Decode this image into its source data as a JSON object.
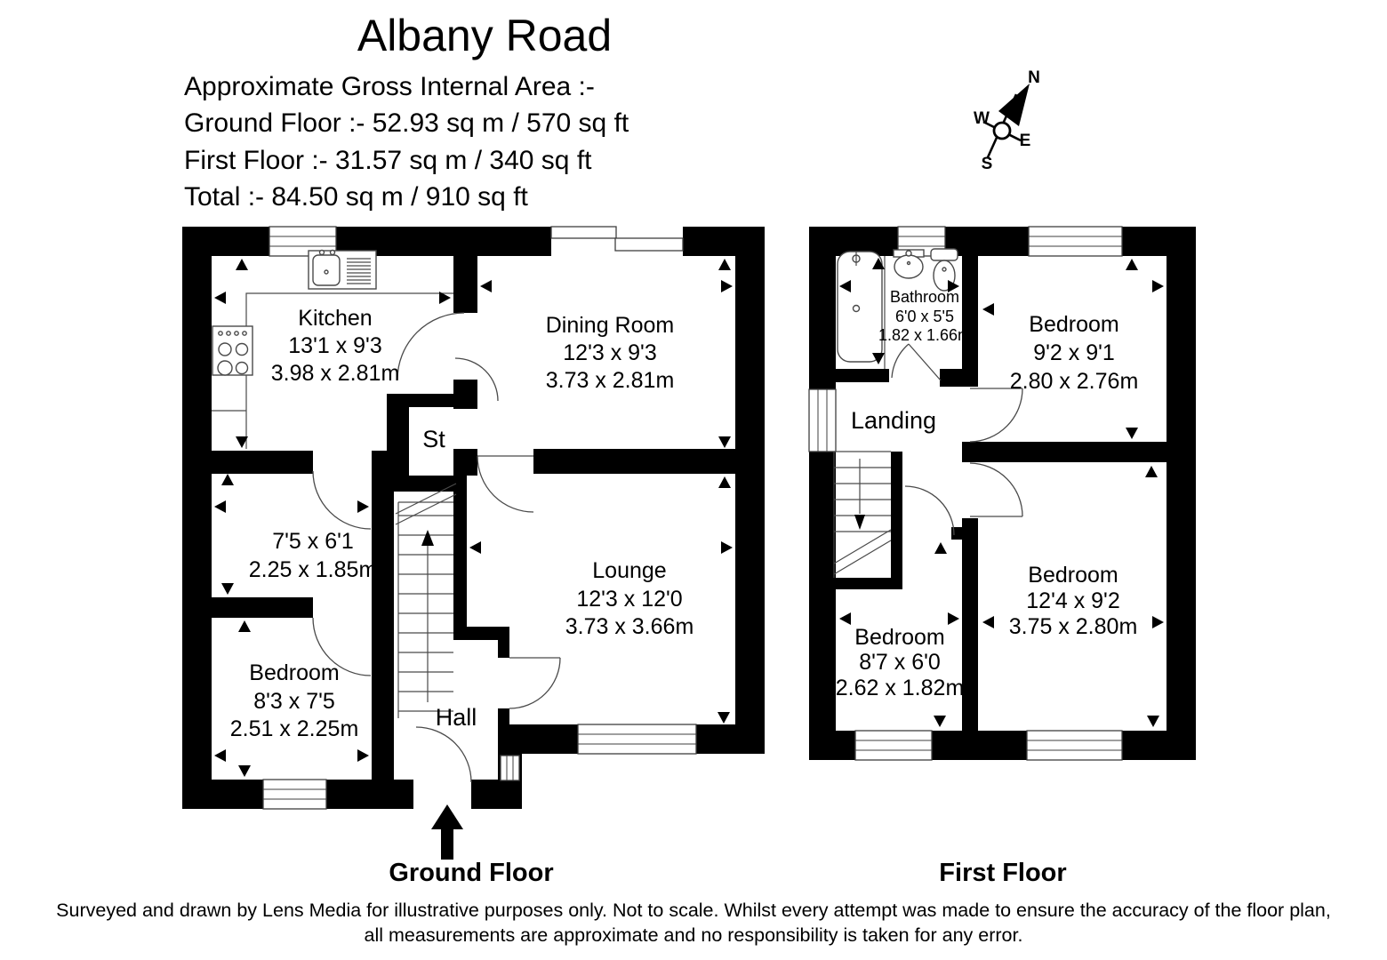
{
  "header": {
    "title": "Albany Road",
    "area_lines": [
      "Approximate Gross Internal Area :-",
      "Ground Floor :- 52.93 sq m / 570 sq ft",
      "First Floor :- 31.57 sq m / 340 sq ft",
      "Total :- 84.50 sq m / 910 sq ft"
    ]
  },
  "compass": {
    "n": "N",
    "e": "E",
    "s": "S",
    "w": "W"
  },
  "ground": {
    "label": "Ground Floor",
    "rooms": {
      "kitchen": {
        "name": "Kitchen",
        "imperial": "13'1 x 9'3",
        "metric": "3.98 x 2.81m"
      },
      "dining": {
        "name": "Dining Room",
        "imperial": "12'3 x 9'3",
        "metric": "3.73 x 2.81m"
      },
      "store": {
        "name": "St"
      },
      "utility": {
        "imperial": "7'5 x 6'1",
        "metric": "2.25 x 1.85m"
      },
      "bedroom": {
        "name": "Bedroom",
        "imperial": "8'3 x 7'5",
        "metric": "2.51 x 2.25m"
      },
      "lounge": {
        "name": "Lounge",
        "imperial": "12'3 x 12'0",
        "metric": "3.73 x 3.66m"
      },
      "hall": {
        "name": "Hall"
      }
    }
  },
  "first": {
    "label": "First Floor",
    "rooms": {
      "bathroom": {
        "name": "Bathroom",
        "imperial": "6'0 x 5'5",
        "metric": "1.82 x 1.66m"
      },
      "bedroom_front": {
        "name": "Bedroom",
        "imperial": "9'2 x 9'1",
        "metric": "2.80 x 2.76m"
      },
      "landing": {
        "name": "Landing"
      },
      "bedroom_main": {
        "name": "Bedroom",
        "imperial": "12'4 x 9'2",
        "metric": "3.75 x 2.80m"
      },
      "bedroom_rear": {
        "name": "Bedroom",
        "imperial": "8'7 x 6'0",
        "metric": "2.62 x 1.82m"
      }
    }
  },
  "footer": {
    "line1": "Surveyed and drawn by Lens Media for illustrative purposes only. Not to scale. Whilst every attempt was made to ensure the accuracy of the floor plan,",
    "line2": "all measurements are approximate and no responsibility is taken for any error."
  },
  "colors": {
    "wall": "#000000",
    "line": "#4a4a4a",
    "background": "#ffffff"
  }
}
